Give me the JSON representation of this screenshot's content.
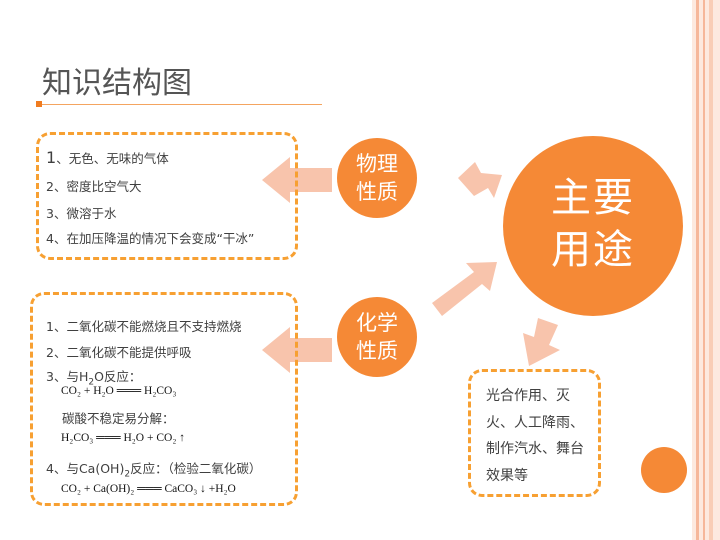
{
  "title": "知识结构图",
  "physical": {
    "label_line1": "物理",
    "label_line2": "性质",
    "items": [
      {
        "num": "1",
        "text": "、无色、无味的气体"
      },
      {
        "num": "2",
        "text": "、密度比空气大"
      },
      {
        "num": "3",
        "text": "、微溶于水"
      },
      {
        "num": "4",
        "text": "、在加压降温的情况下会变成“干冰”"
      }
    ]
  },
  "chemical": {
    "label_line1": "化学",
    "label_line2": "性质",
    "item1": "1、二氧化碳不能燃烧且不支持燃烧",
    "item2": "2、二氧化碳不能提供呼吸",
    "item3_prefix": "3、与H",
    "item3_sub": "2",
    "item3_suffix": "O反应：",
    "eq1": "CO₂ + H₂O ═══ H₂CO₃",
    "decomp_note": "碳酸不稳定易分解：",
    "eq2": "H₂CO₃ ═══ H₂O + CO₂ ↑",
    "item4_prefix": "4、与Ca(OH)",
    "item4_sub": "2",
    "item4_suffix": "反应：（检验二氧化碳）",
    "eq3": "CO₂ + Ca(OH)₂ ═══ CaCO₃ ↓ +H₂O"
  },
  "main": {
    "line1": "主要",
    "line2": "用途"
  },
  "uses_text": "光合作用、灭火、人工降雨、制作汽水、舞台效果等",
  "colors": {
    "accent": "#f58936",
    "arrow": "#f8c4ac",
    "dash": "#f7a032"
  }
}
